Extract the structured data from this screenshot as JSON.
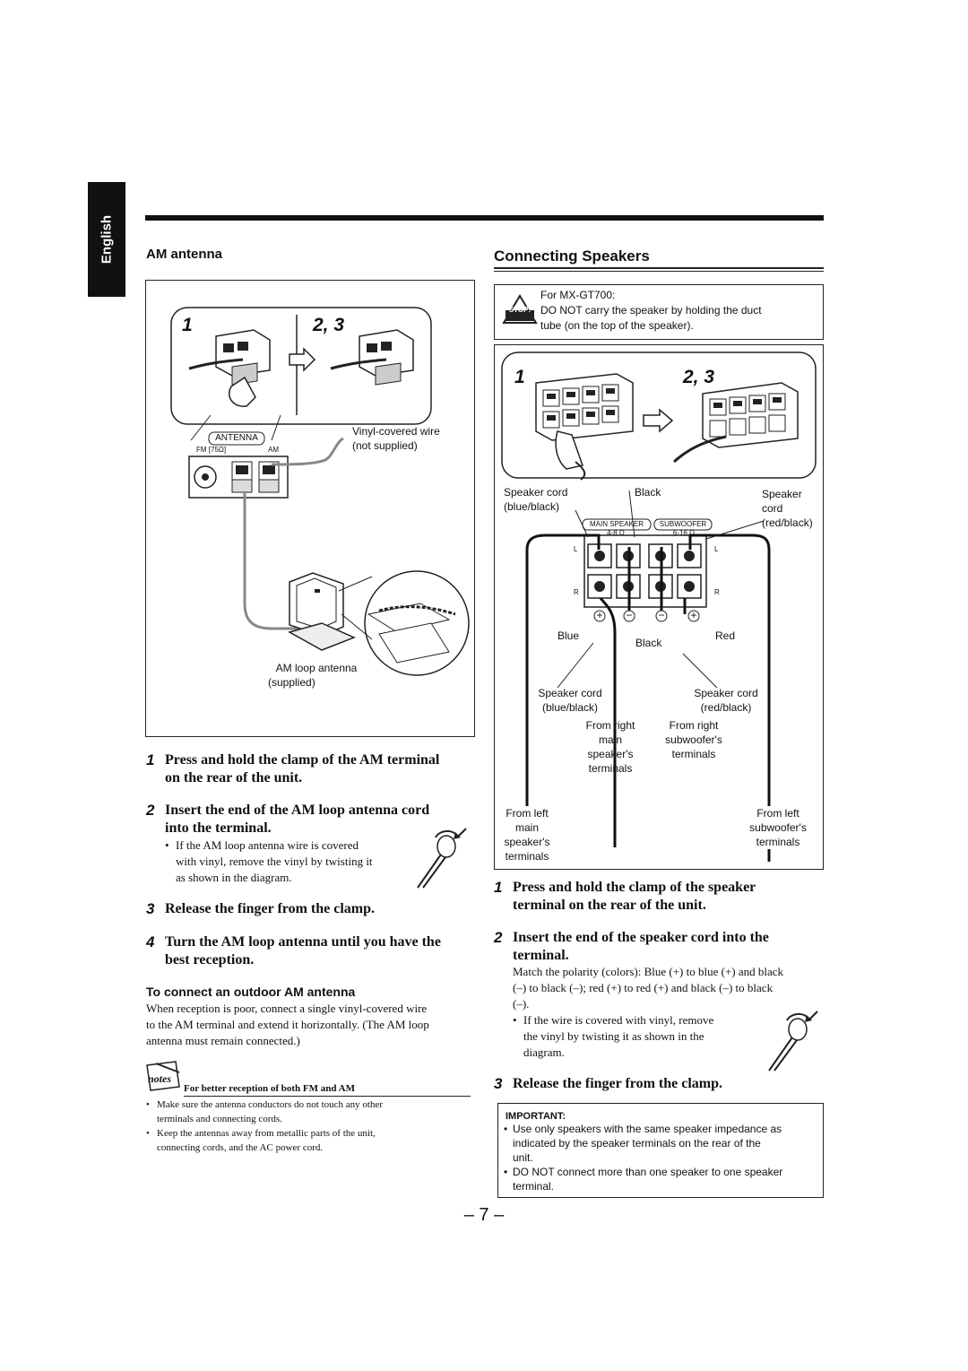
{
  "sidebar": {
    "language_tab": "English"
  },
  "am_section": {
    "heading": "AM antenna",
    "figure": {
      "step_a": "1",
      "step_b": "2, 3",
      "antenna_panel": "ANTENNA",
      "fm_label": "FM",
      "fm_ohm": "75",
      "am_label": "AM",
      "vinyl_wire": "Vinyl-covered wire",
      "vinyl_wire_note": "(not supplied)",
      "loop_antenna": "AM loop antenna",
      "loop_antenna_note": "(supplied)"
    },
    "steps": [
      {
        "num": "1",
        "line1": "Press and hold the clamp of the AM terminal",
        "line2": "on the rear of the unit."
      },
      {
        "num": "2",
        "line1": "Insert the end of the AM loop antenna cord",
        "line2": "into the terminal."
      },
      {
        "num": "3",
        "line1": "Release the finger from the clamp.",
        "line2": ""
      },
      {
        "num": "4",
        "line1": "Turn the AM loop antenna until you have the",
        "line2": "best reception."
      }
    ],
    "step2_bullet": [
      "If the AM loop antenna wire is covered",
      "with vinyl, remove the vinyl by twisting it",
      "as shown in the diagram."
    ],
    "outdoor": {
      "heading": "To connect an outdoor AM antenna",
      "lines": [
        "When reception is poor, connect a single vinyl-covered wire",
        "to the AM terminal and extend it horizontally. (The AM loop",
        "antenna must remain connected.)"
      ]
    },
    "notes": {
      "icon_text": "notes",
      "heading": "For better reception of both FM and AM",
      "bullets": [
        [
          "Make sure the antenna conductors do not touch any other",
          "terminals and connecting cords."
        ],
        [
          "Keep the antennas away from metallic parts of the unit,",
          "connecting cords, and the AC power cord."
        ]
      ]
    }
  },
  "speaker_section": {
    "heading": "Connecting Speakers",
    "caution": {
      "icon_text": "STOP!",
      "line1": "For MX-GT700:",
      "line2": "DO NOT carry the speaker by holding the duct",
      "line3": "tube (on the top of the speaker)."
    },
    "figure": {
      "step_a": "1",
      "step_b": "2, 3",
      "cord_left_1": "Speaker cord",
      "cord_left_2": "(blue/black)",
      "black_top": "Black",
      "cord_right_1": "Speaker",
      "cord_right_2": "cord",
      "cord_right_3": "(red/black)",
      "main_speaker": "MAIN SPEAKER",
      "main_ohm": "4-8 Ω",
      "subwoofer": "SUBWOOFER",
      "sub_ohm": "6-16 Ω",
      "l": "L",
      "r": "R",
      "plus": "+",
      "minus": "−",
      "blue": "Blue",
      "black_bottom": "Black",
      "red": "Red",
      "cord_bl_1": "Speaker cord",
      "cord_bl_2": "(blue/black)",
      "cord_br_1": "Speaker cord",
      "cord_br_2": "(red/black)",
      "from_right_main": [
        "From right",
        "main",
        "speaker's",
        "terminals"
      ],
      "from_right_sub": [
        "From right",
        "subwoofer's",
        "terminals"
      ],
      "from_left_main": [
        "From left",
        "main",
        "speaker's",
        "terminals"
      ],
      "from_left_sub": [
        "From left",
        "subwoofer's",
        "terminals"
      ]
    },
    "steps": [
      {
        "num": "1",
        "line1": "Press and hold the clamp of the speaker",
        "line2": "terminal on the rear of the unit."
      },
      {
        "num": "2",
        "line1": "Insert the end of the speaker cord into the",
        "line2": "terminal."
      },
      {
        "num": "3",
        "line1": "Release the finger from the clamp.",
        "line2": ""
      }
    ],
    "polarity": [
      "Match the polarity (colors): Blue (+) to blue (+) and black",
      "(–) to black (–); red (+) to red (+) and black (–) to black",
      "(–)."
    ],
    "vinyl_bullet": [
      "If the wire is covered with vinyl, remove",
      "the vinyl by twisting it as shown in the",
      "diagram."
    ],
    "important": {
      "heading": "IMPORTANT:",
      "bullets": [
        [
          "Use only speakers with the same speaker impedance as",
          "indicated by the speaker terminals on the rear of the",
          "unit."
        ],
        [
          "DO NOT connect more than one speaker to one speaker",
          "terminal."
        ]
      ]
    }
  },
  "page_number": "– 7 –"
}
